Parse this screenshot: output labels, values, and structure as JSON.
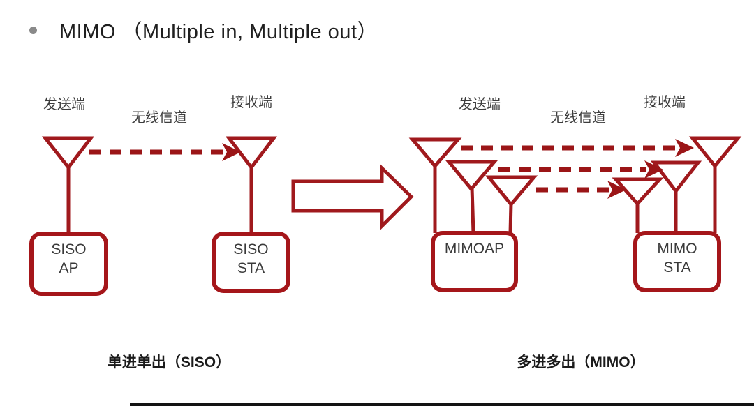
{
  "title": {
    "text": "MIMO （Multiple in, Multiple out）"
  },
  "siso": {
    "tx_label": "发送端",
    "channel_label": "无线信道",
    "rx_label": "接收端",
    "ap_box": {
      "line1": "SISO",
      "line2": "AP"
    },
    "sta_box": {
      "line1": "SISO",
      "line2": "STA"
    },
    "caption": "单进单出（SISO）"
  },
  "mimo": {
    "tx_label": "发送端",
    "channel_label": "无线信道",
    "rx_label": "接收端",
    "ap_box": {
      "line1": "MIMOAP",
      "line2": ""
    },
    "sta_box": {
      "line1": "MIMO",
      "line2": "STA"
    },
    "caption": "多进多出（MIMO）"
  },
  "icons": {
    "antenna_count_siso": 1,
    "antenna_count_mimo": 3
  },
  "colors": {
    "diagram_red": "#A0191D",
    "box_border_red": "#A5161A",
    "arrow_red": "#9B1517",
    "title_text": "#1F1F1F",
    "label_text": "#3D3D3D",
    "bullet_gray": "#8A8A8A",
    "bottom_bar": "#131313"
  }
}
